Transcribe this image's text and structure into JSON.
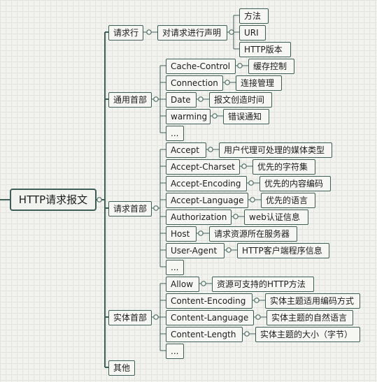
{
  "root": "HTTP请求报文",
  "sections": [
    {
      "label": "请求行",
      "children": [
        {
          "label": "对请求进行声明",
          "children": [
            "方法",
            "URI",
            "HTTP版本"
          ]
        }
      ]
    },
    {
      "label": "通用首部",
      "children": [
        {
          "label": "Cache-Control",
          "desc": "缓存控制"
        },
        {
          "label": "Connection",
          "desc": "连接管理"
        },
        {
          "label": "Date",
          "desc": "报文创造时间"
        },
        {
          "label": "warming",
          "desc": "错误通知"
        },
        {
          "label": "..."
        }
      ]
    },
    {
      "label": "请求首部",
      "children": [
        {
          "label": "Accept",
          "desc": "用户代理可处理的媒体类型"
        },
        {
          "label": "Accept-Charset",
          "desc": "优先的字符集"
        },
        {
          "label": "Accept-Encoding",
          "desc": "优先的内容编码"
        },
        {
          "label": "Accept-Language",
          "desc": "优先的语言"
        },
        {
          "label": "Authorization",
          "desc": "web认证信息"
        },
        {
          "label": "Host",
          "desc": "请求资源所在服务器"
        },
        {
          "label": "User-Agent",
          "desc": "HTTP客户端程序信息"
        },
        {
          "label": "..."
        }
      ]
    },
    {
      "label": "实体首部",
      "children": [
        {
          "label": "Allow",
          "desc": "资源可支持的HTTP方法"
        },
        {
          "label": "Content-Encoding",
          "desc": "实体主题适用编码方式"
        },
        {
          "label": "Content-Language",
          "desc": "实体主题的自然语言"
        },
        {
          "label": "Content-Length",
          "desc": "实体主题的大小（字节）"
        },
        {
          "label": "..."
        }
      ]
    },
    {
      "label": "其他"
    }
  ]
}
